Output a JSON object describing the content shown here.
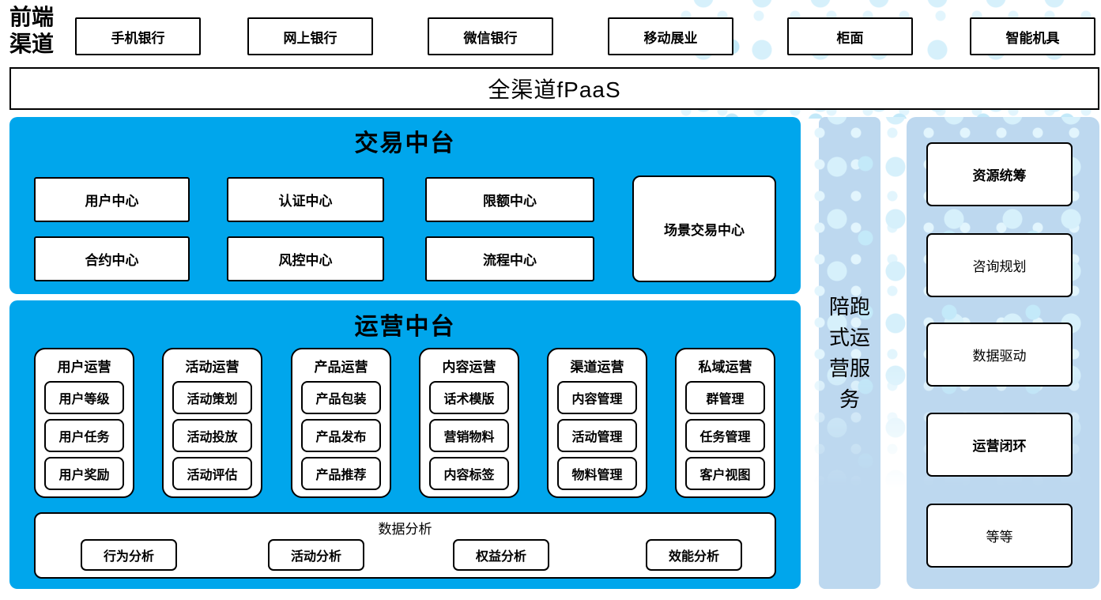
{
  "colors": {
    "bright_blue": "#00a6ec",
    "light_blue": "#bdd8ef",
    "dot_cyan": "#cdecfa",
    "border": "#000000",
    "text": "#000000"
  },
  "front_channels": {
    "label": "前端渠道",
    "items": [
      "手机银行",
      "网上银行",
      "微信银行",
      "移动展业",
      "柜面",
      "智能机具"
    ]
  },
  "fpaas": {
    "label": "全渠道fPaaS"
  },
  "trade_platform": {
    "title": "交易中台",
    "row1": [
      "用户中心",
      "认证中心",
      "限额中心"
    ],
    "row2": [
      "合约中心",
      "风控中心",
      "流程中心"
    ],
    "tall_box": "场景交易中心"
  },
  "operation_platform": {
    "title": "运营中台",
    "groups": [
      {
        "title": "用户运营",
        "items": [
          "用户等级",
          "用户任务",
          "用户奖励"
        ]
      },
      {
        "title": "活动运营",
        "items": [
          "活动策划",
          "活动投放",
          "活动评估"
        ]
      },
      {
        "title": "产品运营",
        "items": [
          "产品包装",
          "产品发布",
          "产品推荐"
        ]
      },
      {
        "title": "内容运营",
        "items": [
          "话术模版",
          "营销物料",
          "内容标签"
        ]
      },
      {
        "title": "渠道运营",
        "items": [
          "内容管理",
          "活动管理",
          "物料管理"
        ]
      },
      {
        "title": "私域运营",
        "items": [
          "群管理",
          "任务管理",
          "客户视图"
        ]
      }
    ],
    "analysis": {
      "title": "数据分析",
      "items": [
        "行为分析",
        "活动分析",
        "权益分析",
        "效能分析"
      ]
    }
  },
  "side_bar": {
    "label": "陪跑式运营服务"
  },
  "right_panel": {
    "items": [
      "资源统筹",
      "咨询规划",
      "数据驱动",
      "运营闭环",
      "等等"
    ]
  }
}
